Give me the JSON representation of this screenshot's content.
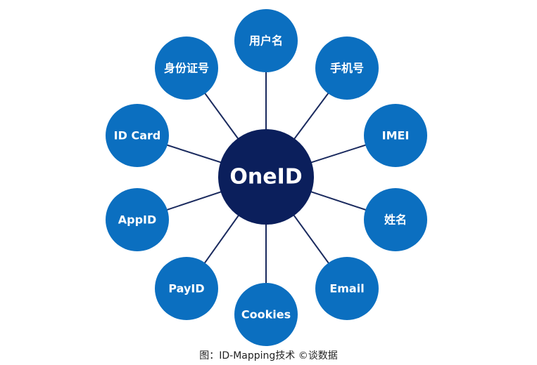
{
  "colors": {
    "center_fill": "#0b1f5c",
    "node_fill": "#0b6fc0",
    "line": "#1a2a5e",
    "label": "#ffffff"
  },
  "diagram": {
    "center": {
      "label": "OneID"
    },
    "nodes": [
      {
        "id": "username",
        "label": "用户名"
      },
      {
        "id": "phone",
        "label": "手机号"
      },
      {
        "id": "imei",
        "label": "IMEI"
      },
      {
        "id": "name",
        "label": "姓名"
      },
      {
        "id": "email",
        "label": "Email"
      },
      {
        "id": "cookies",
        "label": "Cookies"
      },
      {
        "id": "payid",
        "label": "PayID"
      },
      {
        "id": "appid",
        "label": "AppID"
      },
      {
        "id": "idcard",
        "label": "ID Card"
      },
      {
        "id": "idnumber",
        "label": "身份证号"
      }
    ]
  },
  "caption": "图：ID-Mapping技术 ©谈数据"
}
